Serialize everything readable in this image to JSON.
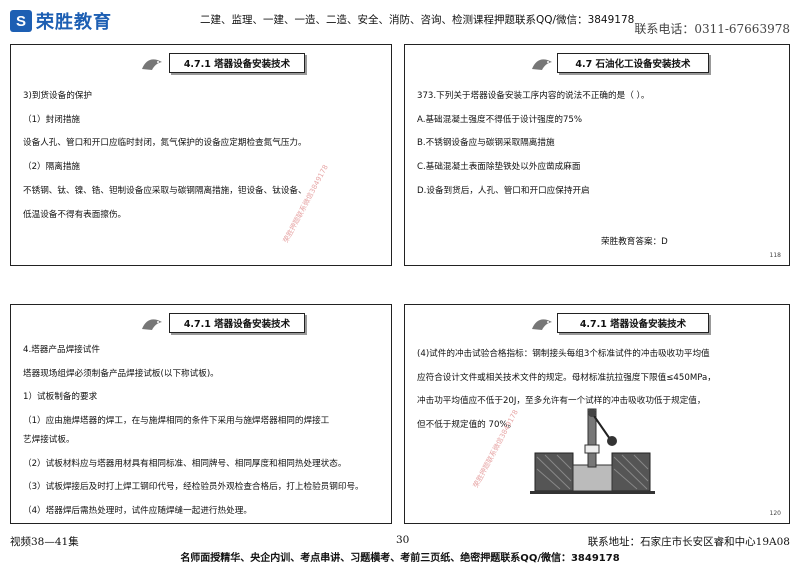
{
  "header": {
    "logo_mark": "S",
    "logo_text": "荣胜教育",
    "center_text": "二建、监理、一建、一造、二造、安全、消防、咨询、检测课程押题联系QQ/微信：3849178",
    "phone": "联系电话：0311-67663978"
  },
  "slides": [
    {
      "title": "4.7.1 塔器设备安装技术",
      "lines": [
        "3)到货设备的保护",
        "（1）封闭措施",
        "设备人孔、管口和开口应临时封闭，氮气保护的设备应定期检查氮气压力。",
        "（2）隔离措施",
        "不锈钢、钛、镍、锆、钽制设备应采取与碳钢隔离措施，钽设备、钛设备、",
        "低温设备不得有表面擦伤。"
      ],
      "watermark": "荣胜押题联系微信3849178"
    },
    {
      "title": "4.7 石油化工设备安装技术",
      "lines": [
        "373.下列关于塔器设备安装工序内容的说法不正确的是（    ）。",
        "A.基础混凝土强度不得低于设计强度的75%",
        "B.不锈钢设备应与碳钢采取隔离措施",
        "C.基础混凝土表面除垫铁处以外应凿成麻面",
        "D.设备到货后，人孔、管口和开口应保持开启"
      ],
      "answer": "荣胜教育答案：D",
      "page": "118"
    },
    {
      "title": "4.7.1 塔器设备安装技术",
      "lines": [
        "4.塔器产品焊接试件",
        "塔器现场组焊必须制备产品焊接试板(以下称试板)。",
        "1）试板制备的要求",
        "（1）应由施焊塔器的焊工，在与施焊相同的条件下采用与施焊塔器相同的焊接工",
        "艺焊接试板。",
        "（2）试板材料应与塔器用材具有相同标准、相同牌号、相同厚度和相同热处理状态。",
        "（3）试板焊接后及时打上焊工钢印代号，经检验员外观检查合格后，打上检验员钢印号。",
        "（4）塔器焊后需热处理时，试件应随焊缝一起进行热处理。"
      ]
    },
    {
      "title": "4.7.1 塔器设备安装技术",
      "lines": [
        "(4)试件的冲击试验合格指标：钢制接头每组3个标准试件的冲击吸收功平均值",
        "应符合设计文件或相关技术文件的规定。母材标准抗拉强度下限值≤450MPa，",
        "冲击功平均值应不低于20J，至多允许有一个试样的冲击吸收功低于规定值，",
        "但不低于规定值的 70%。"
      ],
      "page": "120",
      "watermark": "荣胜押题联系微信3849178"
    }
  ],
  "footer": {
    "left": "视频38—41集",
    "page": "30",
    "address": "联系地址：石家庄市长安区睿和中心19A08",
    "bottom": "名师面授精华、央企内训、考点串讲、习题横考、考前三页纸、绝密押题联系QQ/微信：3849178"
  }
}
